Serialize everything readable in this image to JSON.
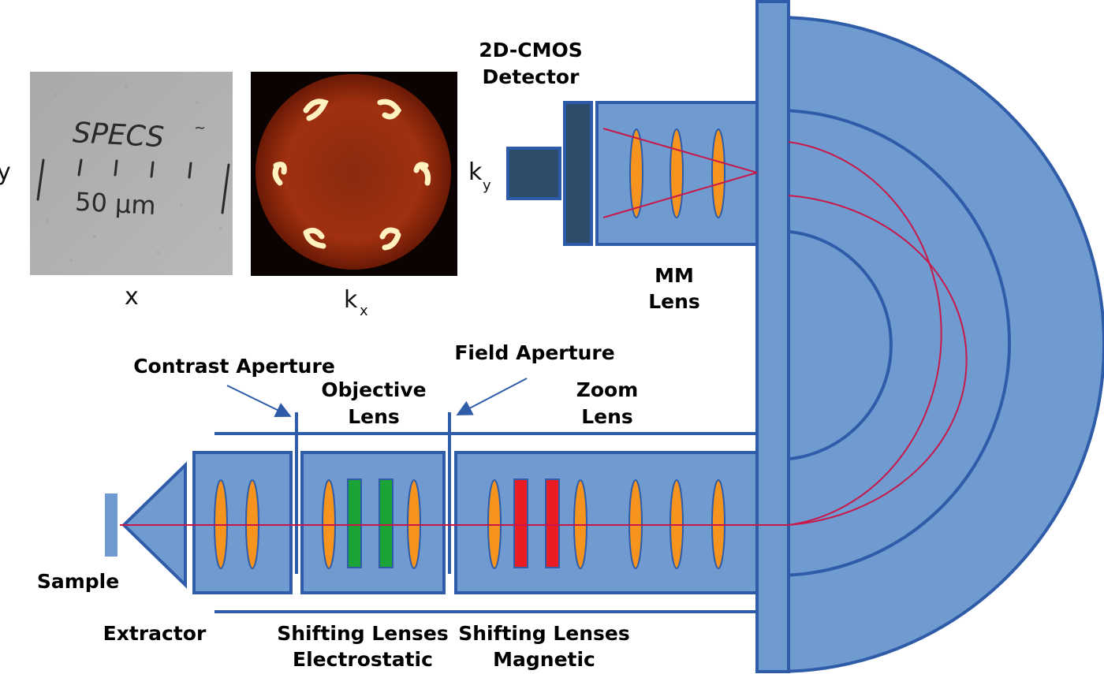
{
  "labels": {
    "detector_line1": "2D-CMOS",
    "detector_line2": "Detector",
    "mm_lens_line1": "MM",
    "mm_lens_line2": "Lens",
    "contrast_aperture": "Contrast Aperture",
    "field_aperture": "Field Aperture",
    "objective_line1": "Objective",
    "objective_line2": "Lens",
    "zoom_line1": "Zoom",
    "zoom_line2": "Lens",
    "sample": "Sample",
    "extractor": "Extractor",
    "shift_es_line1": "Shifting Lenses",
    "shift_es_line2": "Electrostatic",
    "shift_mag_line1": "Shifting Lenses",
    "shift_mag_line2": "Magnetic"
  },
  "axes": {
    "y": "y",
    "x": "x",
    "kx": "k",
    "kx_sub": "x",
    "ky": "k",
    "ky_sub": "y"
  },
  "sem_image": {
    "logo_text": "SPECS",
    "trademark": "~",
    "scale_text": "50 µm"
  },
  "colors": {
    "block_fill": "#6f9bd1",
    "block_stroke": "#2f5ca8",
    "detector_fill": "#2e4d6b",
    "lens_fill": "#f7941d",
    "electrostatic_fill": "#1aa336",
    "magnetic_fill": "#ec1c24",
    "beam": "#c8184a"
  }
}
